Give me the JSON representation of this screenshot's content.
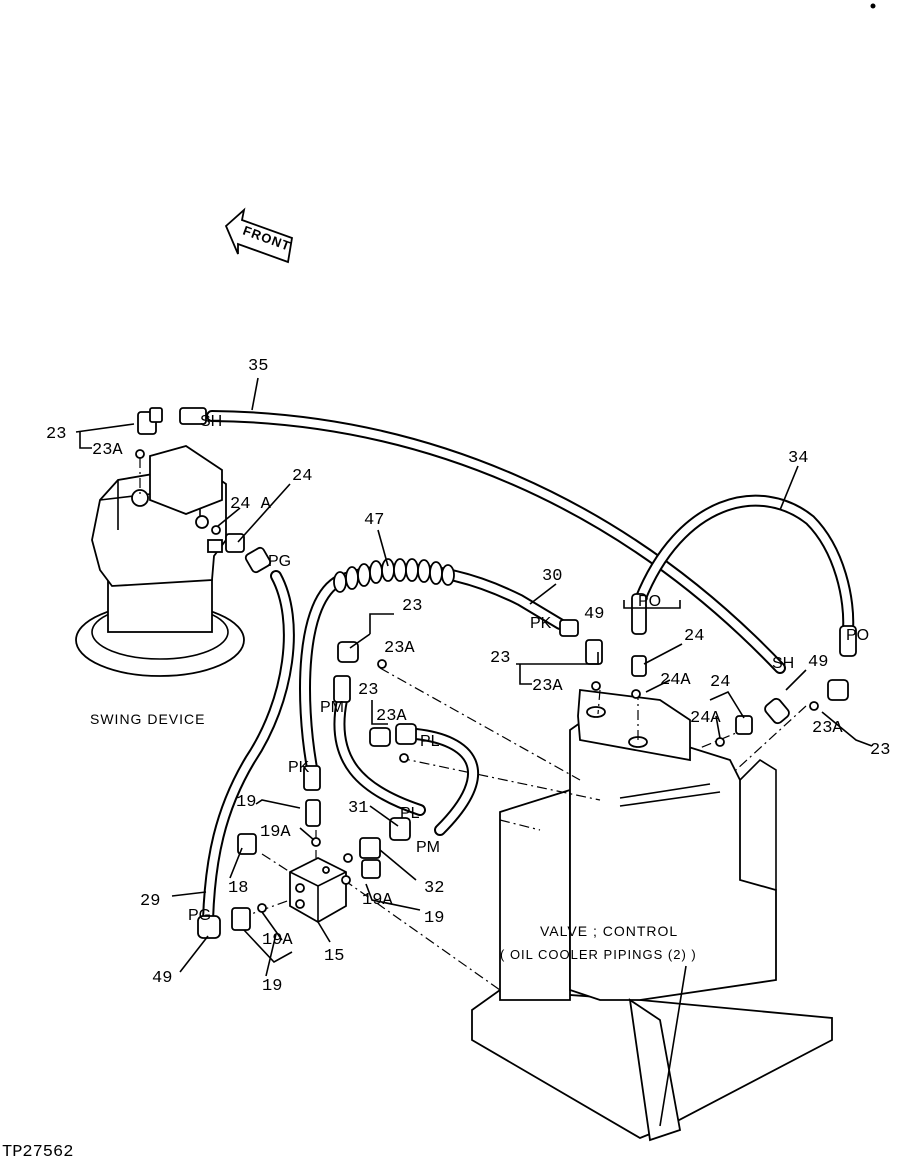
{
  "labels": {
    "front": "FRONT",
    "swing_device": "SWING DEVICE",
    "valve_line1": "VALVE ; CONTROL",
    "valve_line2": "( OIL COOLER PIPINGS (2) )",
    "figure_id": "TP27562"
  },
  "callouts": {
    "c35": "35",
    "c34": "34",
    "c47": "47",
    "c30": "30",
    "c29": "29",
    "c24_a": "24",
    "c24_b": "24",
    "c24_c": "24",
    "c24A_a": "24 A",
    "c24A_b": "24A",
    "c24A_c": "24A",
    "c23_a": "23",
    "c23_b": "23",
    "c23_c": "23",
    "c23_d": "23",
    "c23_e": "23",
    "c23A_a": "23A",
    "c23A_b": "23A",
    "c23A_c": "23A",
    "c23A_d": "23A",
    "c23A_e": "23A",
    "c49_a": "49",
    "c49_b": "49",
    "c49_c": "49",
    "c19_a": "19",
    "c19_b": "19",
    "c19_c": "19",
    "c19A_a": "19A",
    "c19A_b": "19A",
    "c19A_c": "19A",
    "c18": "18",
    "c15": "15",
    "c31": "31",
    "c32": "32"
  },
  "ports": {
    "sh1": "SH",
    "sh2": "SH",
    "pg1": "PG",
    "pg2": "PG",
    "pk1": "PK",
    "pk2": "PK",
    "po1": "PO",
    "po2": "PO",
    "pm1": "PM",
    "pm2": "PM",
    "pl1": "PL",
    "pl2": "PL"
  }
}
